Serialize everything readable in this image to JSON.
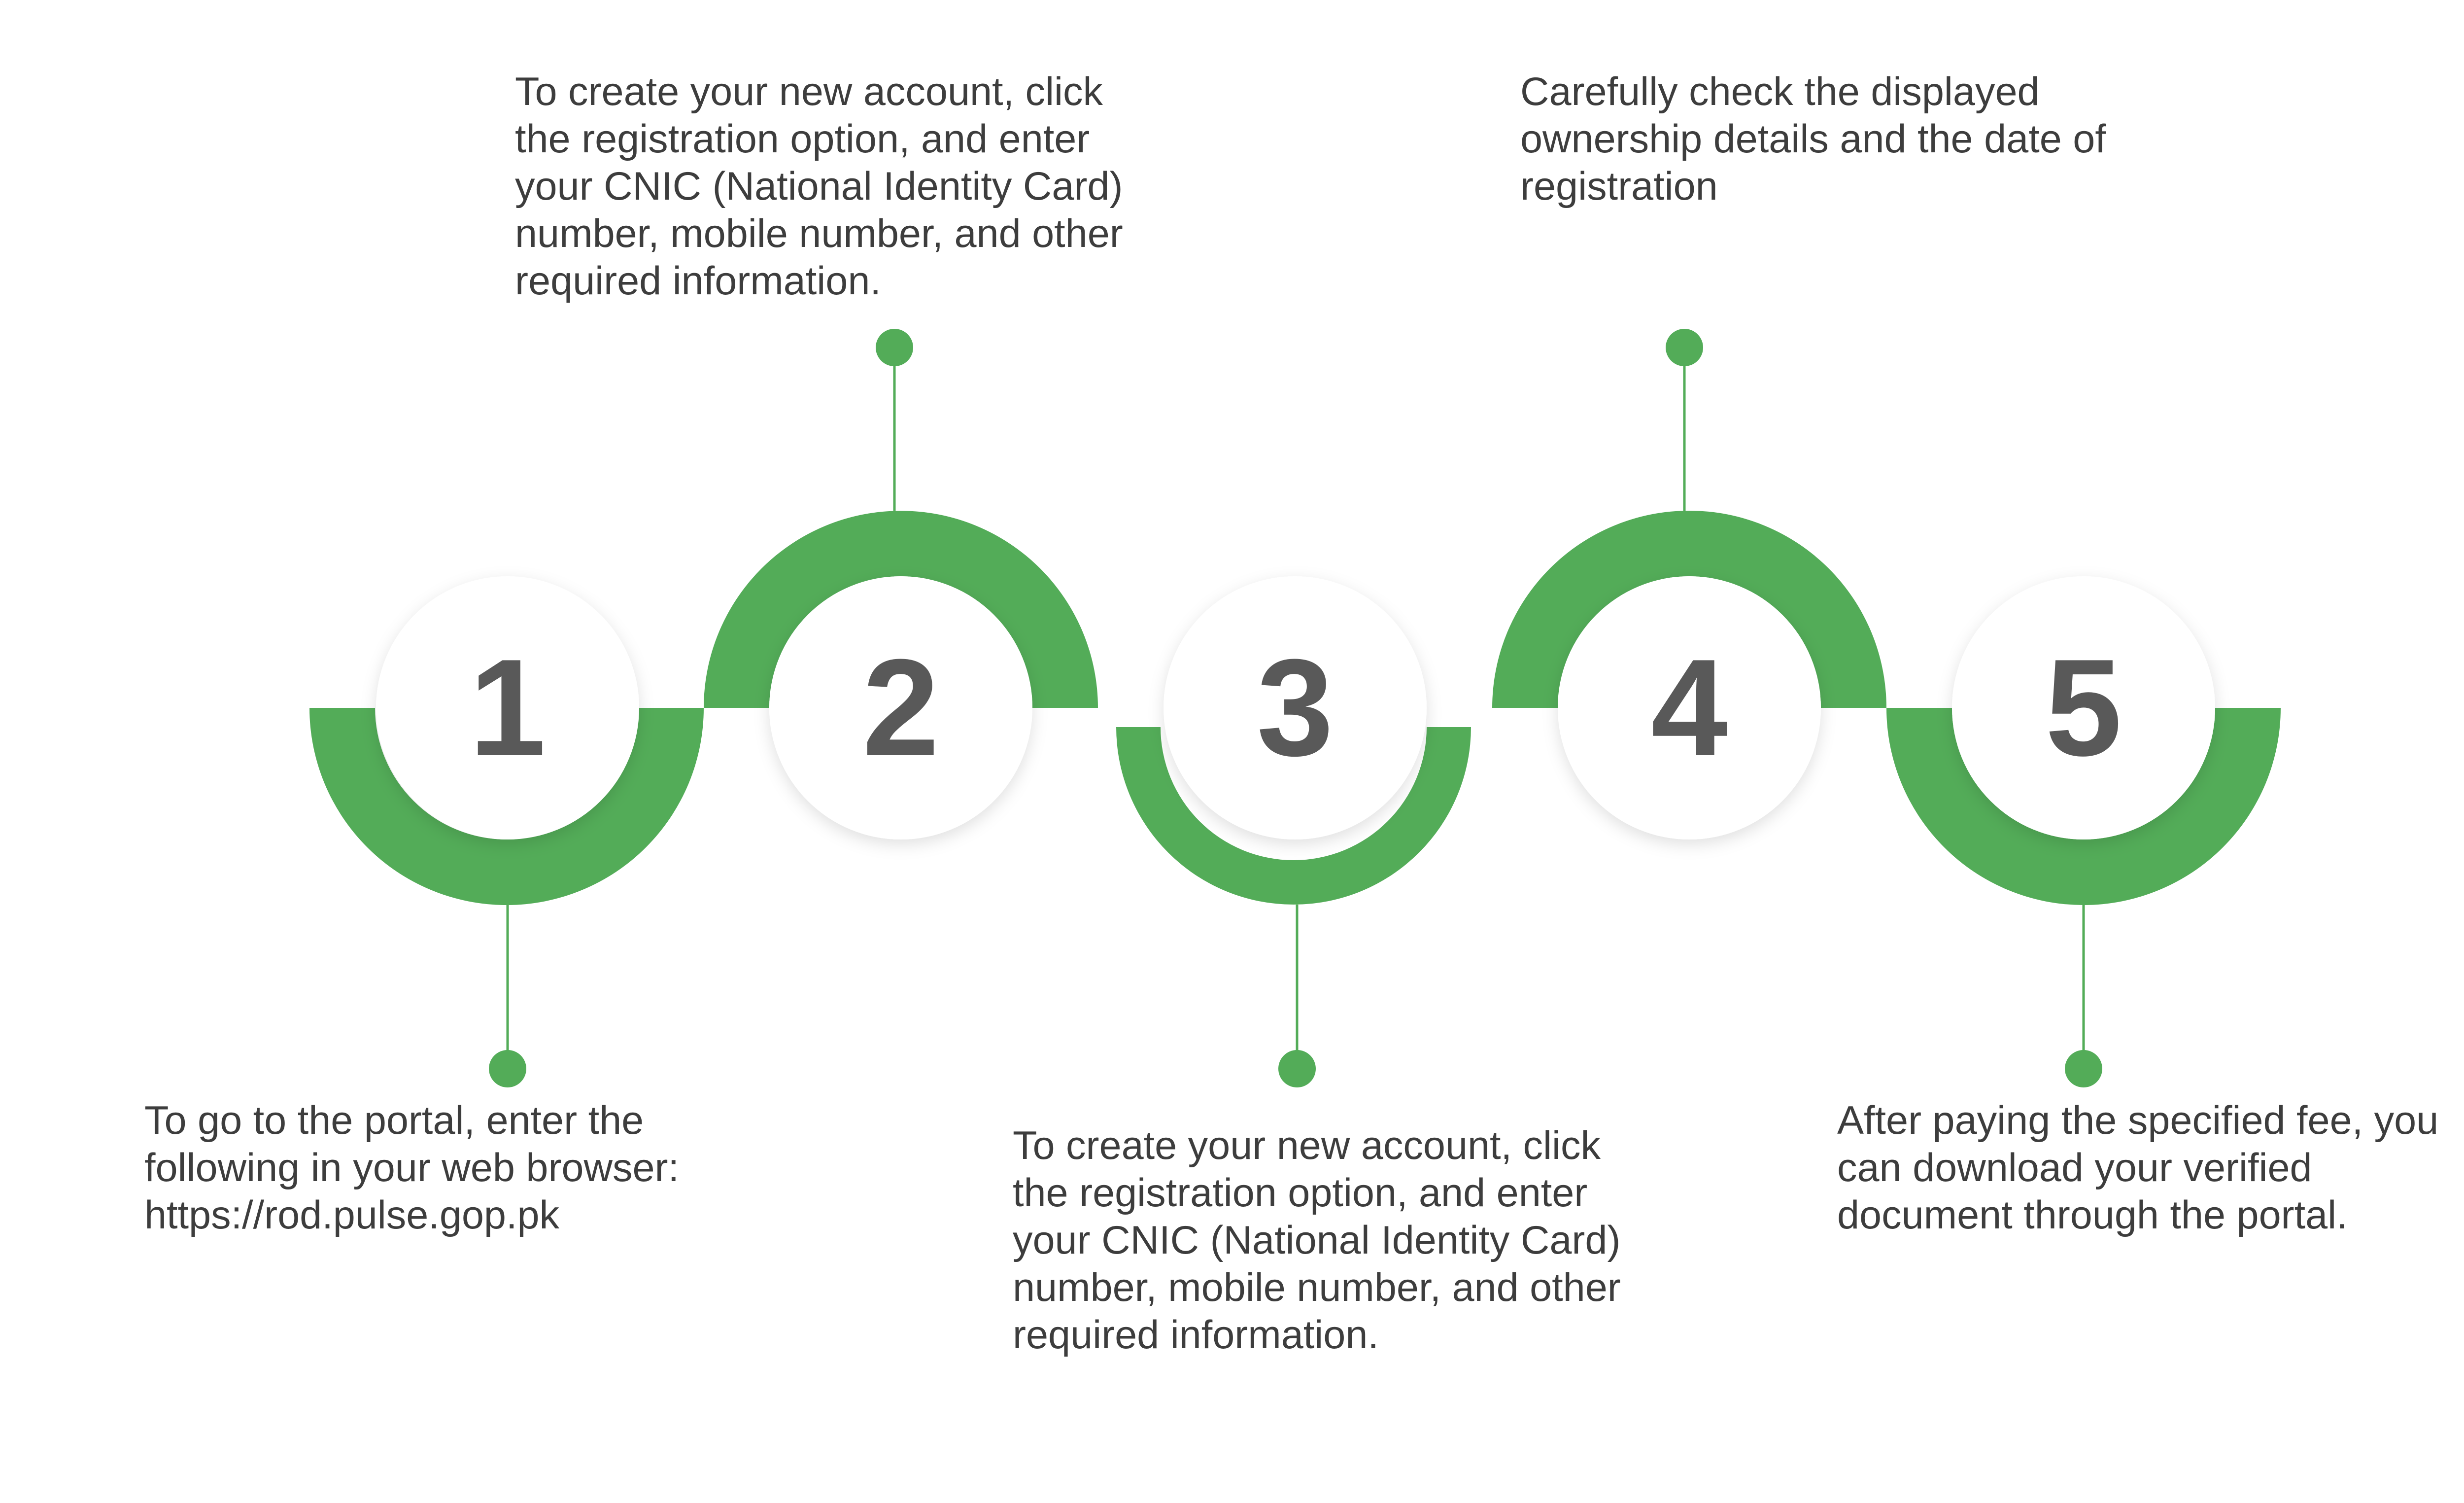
{
  "colors": {
    "accent": "#53ac58",
    "number": "#595959",
    "text": "#3d3d3d",
    "circle_fill": "#ffffff"
  },
  "steps": [
    {
      "number": "1",
      "text": "To go to the portal, enter the\nfollowing in your web browser:\nhttps://rod.pulse.gop.pk"
    },
    {
      "number": "2",
      "text": "To create your new account, click\nthe registration option, and enter\nyour CNIC (National Identity Card)\nnumber, mobile number, and other\nrequired information."
    },
    {
      "number": "3",
      "text": "To create your new account, click\nthe registration option, and enter\nyour CNIC (National Identity Card)\nnumber, mobile number, and other\nrequired information."
    },
    {
      "number": "4",
      "text": "Carefully check the displayed\nownership details and the date of\nregistration"
    },
    {
      "number": "5",
      "text": "After paying the specified fee, you\ncan download your verified\ndocument through the portal."
    }
  ]
}
